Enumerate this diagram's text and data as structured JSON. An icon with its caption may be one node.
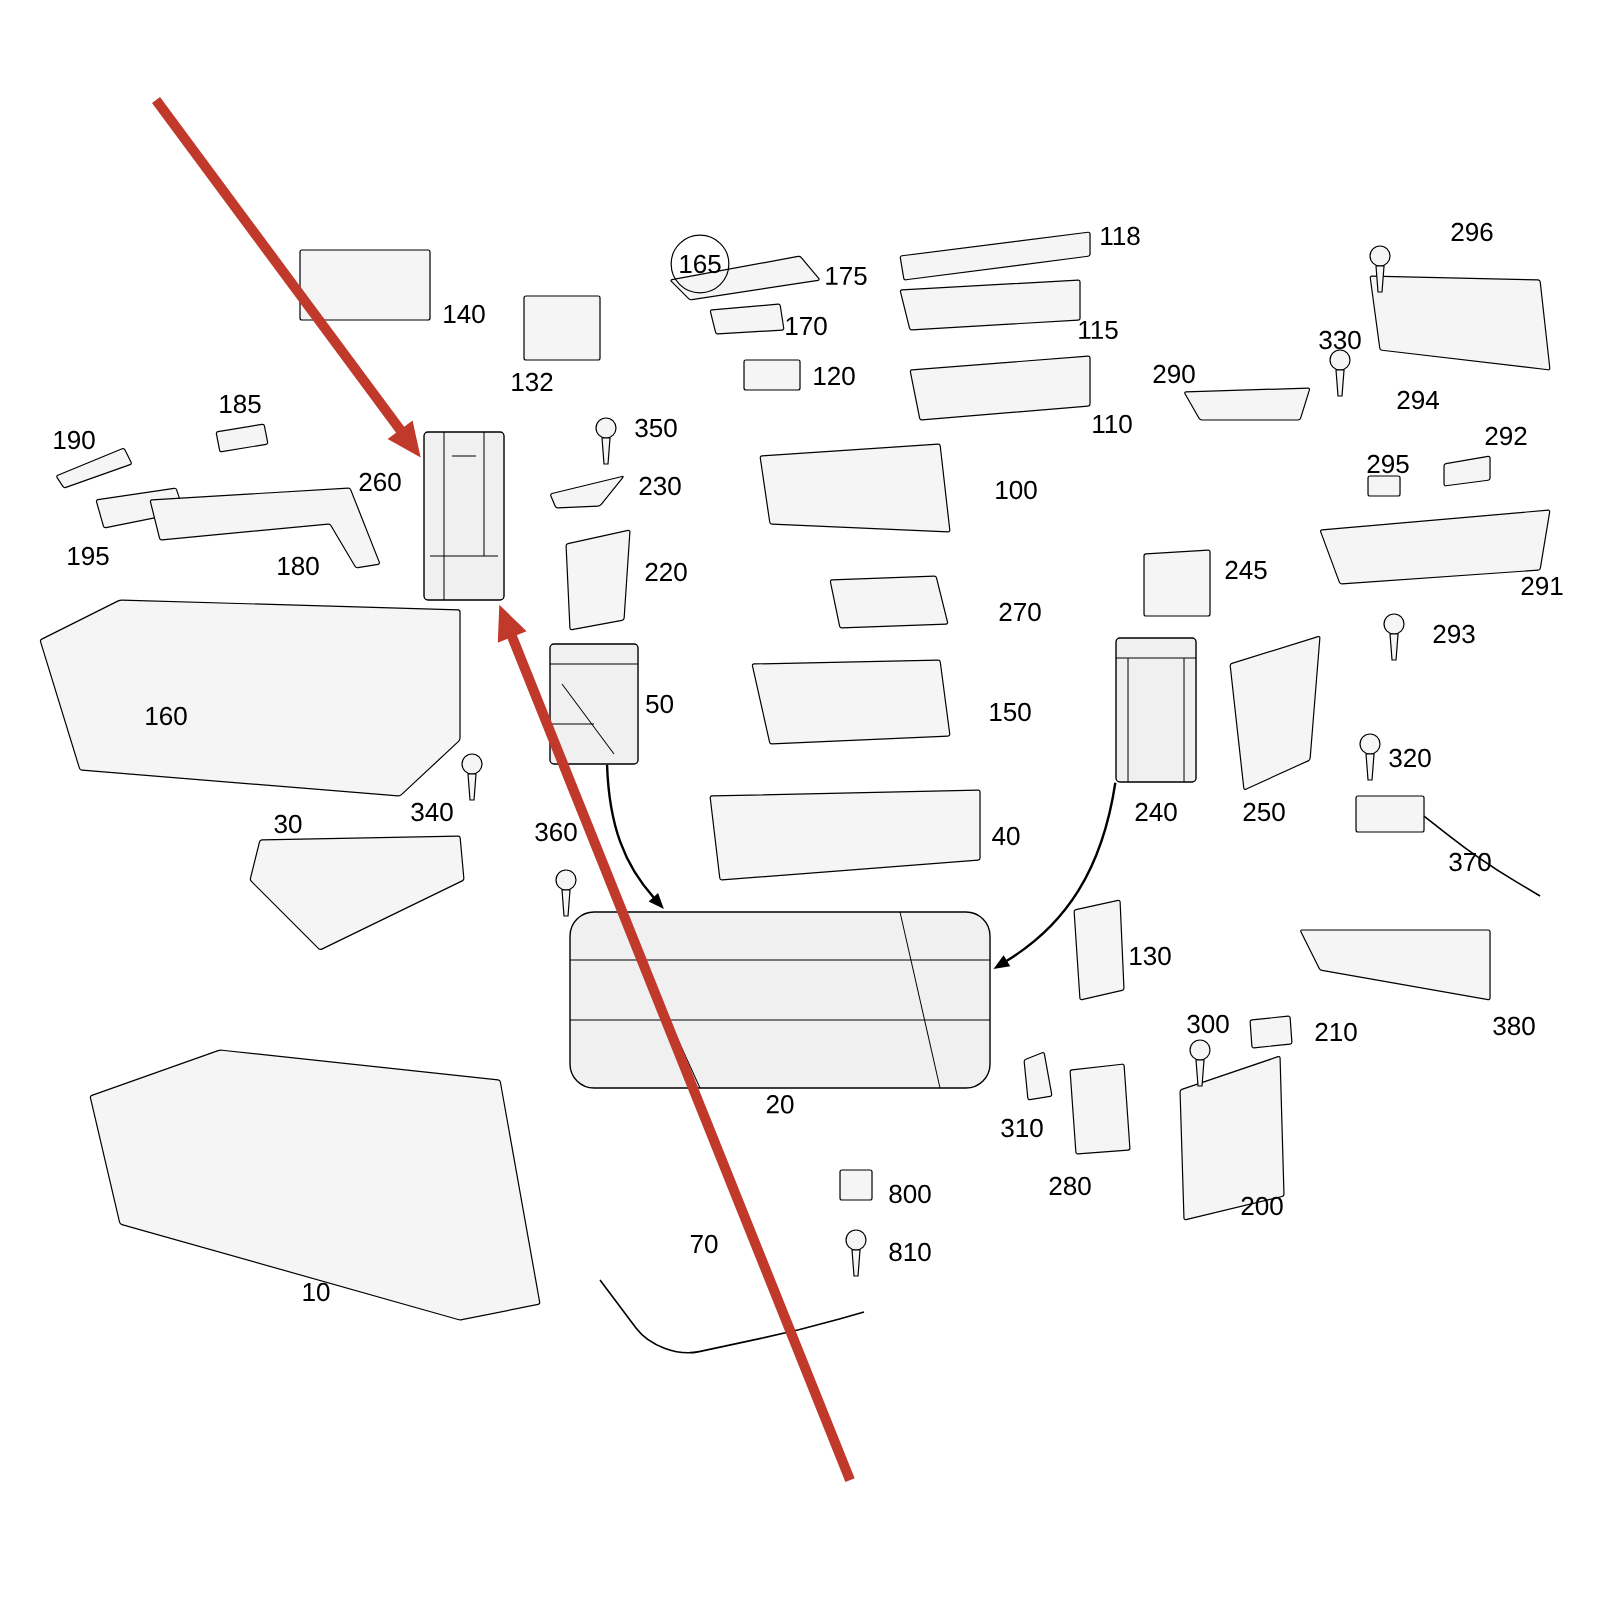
{
  "diagram": {
    "nodes": [
      {
        "text": [],
        "shape": "picture"
      },
      {
        "text": [],
        "shape": "picture",
        "beside": [
          "50"
        ]
      },
      {
        "text": [],
        "shape": "picture"
      },
      {
        "text": [],
        "shape": "picture",
        "beside": [
          "20"
        ]
      },
      {
        "text": [
          "165"
        ]
      }
    ],
    "edges": [
      {
        "from": null,
        "to": 0,
        "arrow": "to",
        "style": "thick",
        "color": "#c0392b"
      },
      {
        "from": null,
        "to": 0,
        "arrow": "to",
        "style": "thick",
        "color": "#c0392b"
      },
      {
        "from": 1,
        "to": 3,
        "arrow": "to",
        "color": "#000000"
      },
      {
        "from": 2,
        "to": 3,
        "arrow": "to",
        "color": "#000000"
      }
    ],
    "labels": [
      "118",
      "296",
      "175",
      "140",
      "115",
      "330",
      "170",
      "132",
      "120",
      "290",
      "294",
      "110",
      "185",
      "190",
      "350",
      "292",
      "260",
      "295",
      "230",
      "100",
      "195",
      "180",
      "220",
      "245",
      "291",
      "270",
      "293",
      "160",
      "150",
      "320",
      "340",
      "240",
      "250",
      "40",
      "30",
      "370",
      "360",
      "130",
      "300",
      "210",
      "380",
      "310",
      "280",
      "800",
      "200",
      "810",
      "70",
      "10"
    ]
  }
}
